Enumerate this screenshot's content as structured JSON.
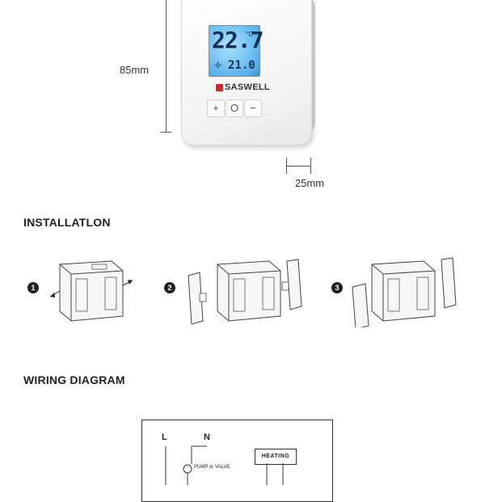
{
  "dimensions": {
    "height": "85mm",
    "depth": "25mm"
  },
  "device": {
    "lcd_temperature": "22.7",
    "lcd_unit": "°C",
    "lcd_setpoint": "21.0",
    "brand": "SASWELL",
    "buttons": [
      "+",
      "O",
      "−"
    ]
  },
  "installation": {
    "heading": "INSTALLATLON",
    "steps": [
      "1",
      "2",
      "3"
    ]
  },
  "wiring": {
    "heading": "WIRING DIAGRAM",
    "line_label": "L",
    "neutral_label": "N",
    "pump_label": "PUMP or VALVE",
    "heating_label": "HEATING"
  },
  "colors": {
    "brand_red": "#d9252a",
    "lcd_blue": "#5fb6ee"
  }
}
